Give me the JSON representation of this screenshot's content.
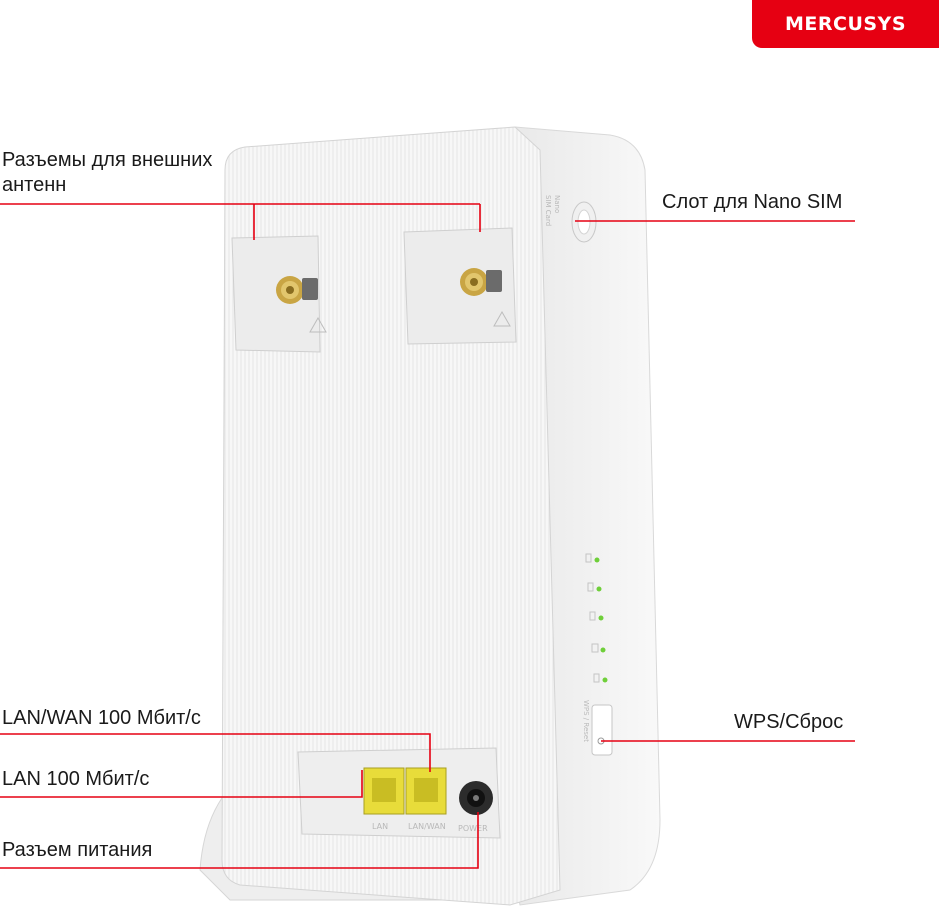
{
  "brand": {
    "logo_text": "MERCUSYS",
    "accent": "#e60012"
  },
  "callouts": {
    "antenna_connectors": "Разъемы для внешних антенн",
    "antenna_connectors_line1": "Разъемы для внешних",
    "antenna_connectors_line2": "антенн",
    "nano_sim_slot": "Слот для Nano SIM",
    "lan_wan_port": "LAN/WAN 100 Мбит/с",
    "lan_port": "LAN 100 Мбит/с",
    "power_jack": "Разъем питания",
    "wps_reset": "WPS/Сброс"
  },
  "device_markings": {
    "sim_label_1": "Nano",
    "sim_label_2": "SIM Card",
    "port_lan": "LAN",
    "port_lan_wan": "LAN/WAN",
    "port_power": "POWER",
    "button_wps": "WPS / Reset"
  },
  "colors": {
    "callout_line": "#e60012",
    "device_body": "#f4f4f4",
    "port_yellow": "#e8dc3a",
    "led_green": "#6fcf3a"
  }
}
